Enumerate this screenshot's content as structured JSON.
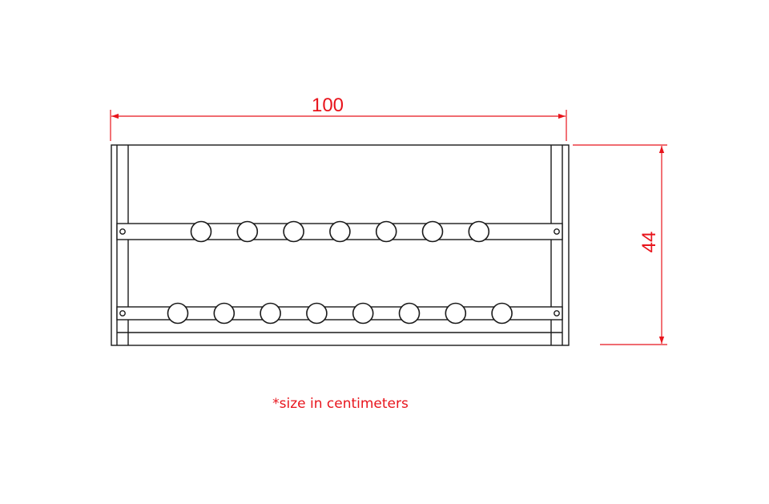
{
  "dimensions": {
    "width_label": "100",
    "height_label": "44"
  },
  "note": "*size in centimeters",
  "hooks": {
    "upper_row_count": 7,
    "lower_row_count": 8
  },
  "colors": {
    "dimension": "#e8141c",
    "outline": "#1a1a1a",
    "fill": "#ffffff"
  }
}
